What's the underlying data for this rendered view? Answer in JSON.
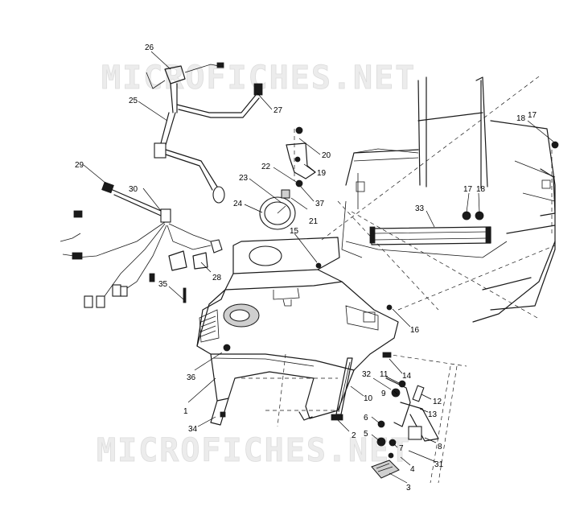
{
  "watermark": {
    "text": "MICROFICHES.NET"
  },
  "diagram": {
    "labels": [
      {
        "id": "26",
        "text": "26"
      },
      {
        "id": "25",
        "text": "25"
      },
      {
        "id": "27",
        "text": "27"
      },
      {
        "id": "29",
        "text": "29"
      },
      {
        "id": "30",
        "text": "30"
      },
      {
        "id": "22",
        "text": "22"
      },
      {
        "id": "20",
        "text": "20"
      },
      {
        "id": "19",
        "text": "19"
      },
      {
        "id": "23",
        "text": "23"
      },
      {
        "id": "37",
        "text": "37"
      },
      {
        "id": "24",
        "text": "24"
      },
      {
        "id": "21",
        "text": "21"
      },
      {
        "id": "15",
        "text": "15"
      },
      {
        "id": "28",
        "text": "28"
      },
      {
        "id": "35",
        "text": "35"
      },
      {
        "id": "33",
        "text": "33"
      },
      {
        "id": "17a",
        "text": "17"
      },
      {
        "id": "18a",
        "text": "18"
      },
      {
        "id": "18b",
        "text": "18"
      },
      {
        "id": "17b",
        "text": "17"
      },
      {
        "id": "16",
        "text": "16"
      },
      {
        "id": "36",
        "text": "36"
      },
      {
        "id": "1",
        "text": "1"
      },
      {
        "id": "34",
        "text": "34"
      },
      {
        "id": "2",
        "text": "2"
      },
      {
        "id": "10",
        "text": "10"
      },
      {
        "id": "32",
        "text": "32"
      },
      {
        "id": "11",
        "text": "11"
      },
      {
        "id": "14",
        "text": "14"
      },
      {
        "id": "9",
        "text": "9"
      },
      {
        "id": "12",
        "text": "12"
      },
      {
        "id": "13",
        "text": "13"
      },
      {
        "id": "6",
        "text": "6"
      },
      {
        "id": "5",
        "text": "5"
      },
      {
        "id": "7",
        "text": "7"
      },
      {
        "id": "4",
        "text": "4"
      },
      {
        "id": "8",
        "text": "8"
      },
      {
        "id": "31",
        "text": "31"
      },
      {
        "id": "3",
        "text": "3"
      }
    ]
  }
}
